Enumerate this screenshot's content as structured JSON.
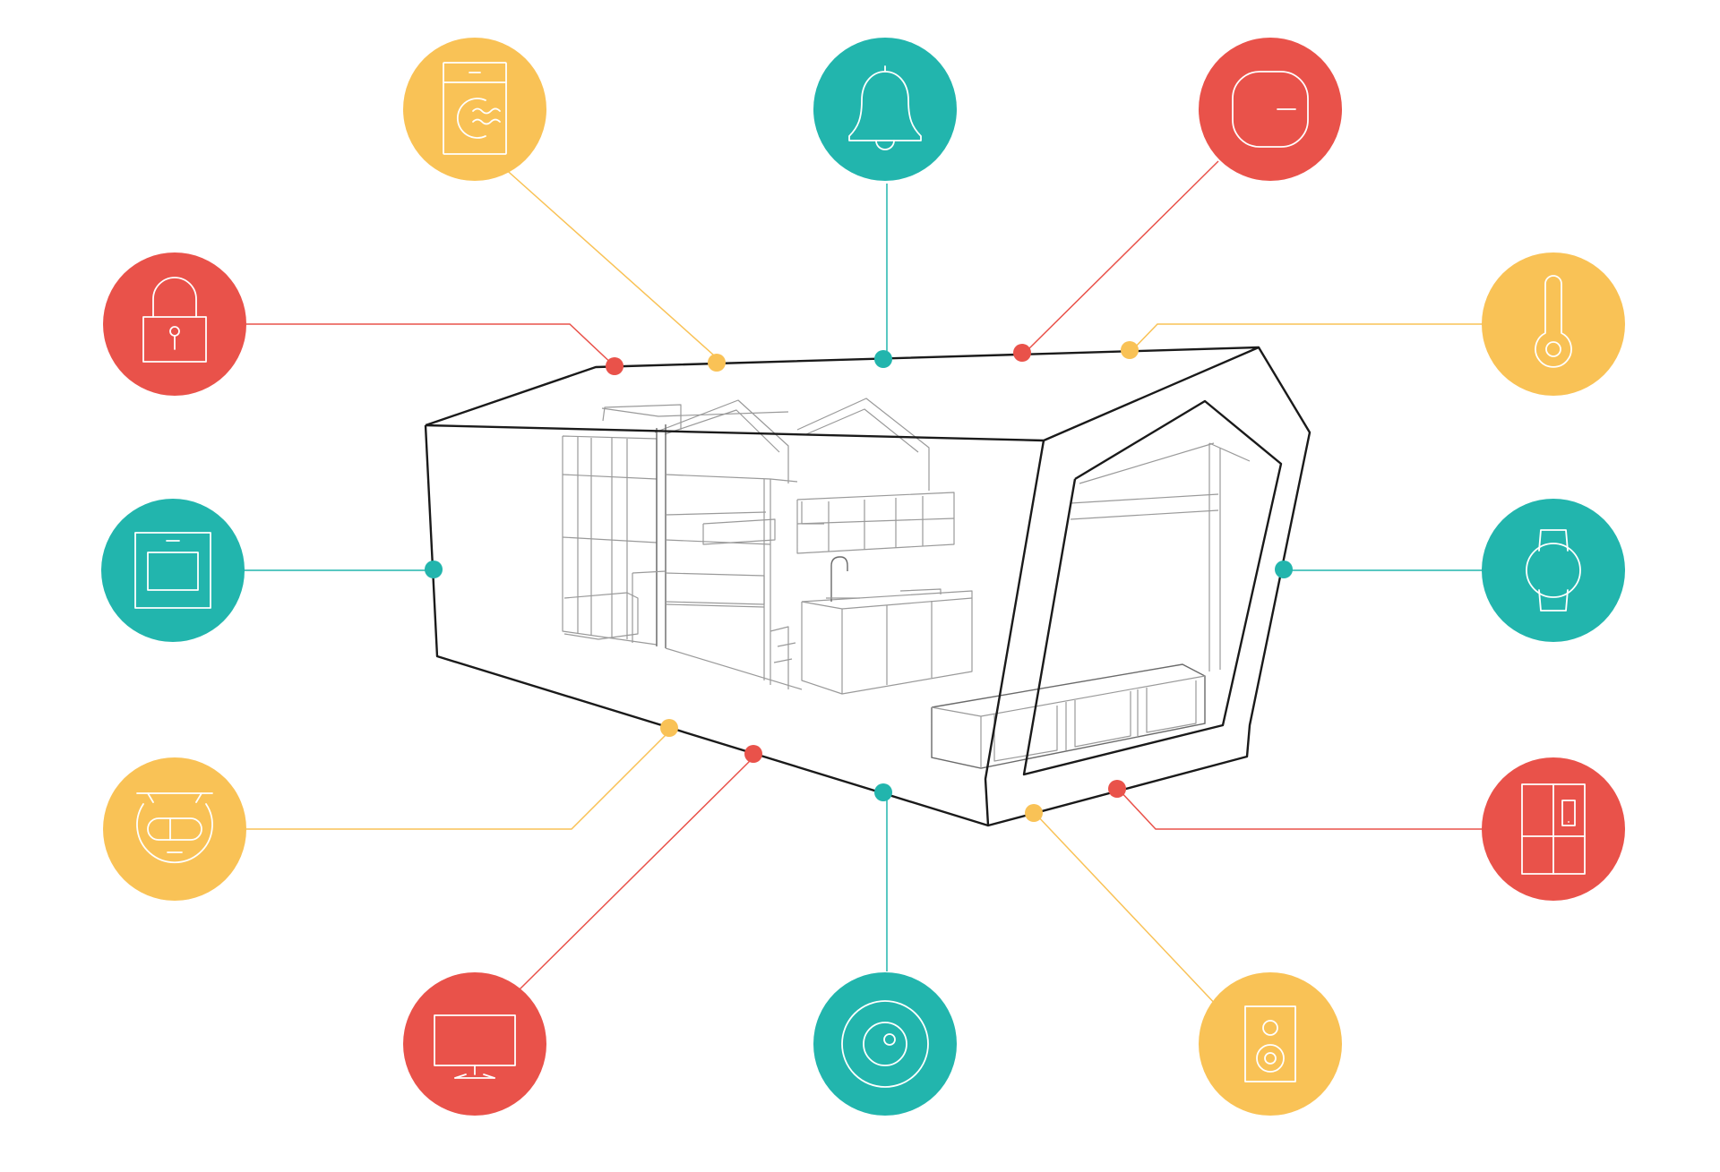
{
  "colors": {
    "red": "#e9524a",
    "teal": "#22b5ad",
    "yellow": "#f9c256"
  },
  "devices": [
    {
      "id": "washing-machine",
      "icon": "washing-machine-icon",
      "color": "yellow"
    },
    {
      "id": "smart-bell",
      "icon": "bell-icon",
      "color": "teal"
    },
    {
      "id": "smart-hub",
      "icon": "hub-icon",
      "color": "red"
    },
    {
      "id": "smart-lock",
      "icon": "lock-icon",
      "color": "red"
    },
    {
      "id": "thermostat",
      "icon": "thermometer-icon",
      "color": "yellow"
    },
    {
      "id": "oven",
      "icon": "oven-icon",
      "color": "teal"
    },
    {
      "id": "smartwatch",
      "icon": "watch-icon",
      "color": "teal"
    },
    {
      "id": "robot-vacuum",
      "icon": "robot-vacuum-icon",
      "color": "yellow"
    },
    {
      "id": "refrigerator",
      "icon": "fridge-icon",
      "color": "red"
    },
    {
      "id": "television",
      "icon": "tv-icon",
      "color": "red"
    },
    {
      "id": "smart-speaker",
      "icon": "speaker-puck-icon",
      "color": "teal"
    },
    {
      "id": "loudspeaker",
      "icon": "loudspeaker-icon",
      "color": "yellow"
    }
  ]
}
